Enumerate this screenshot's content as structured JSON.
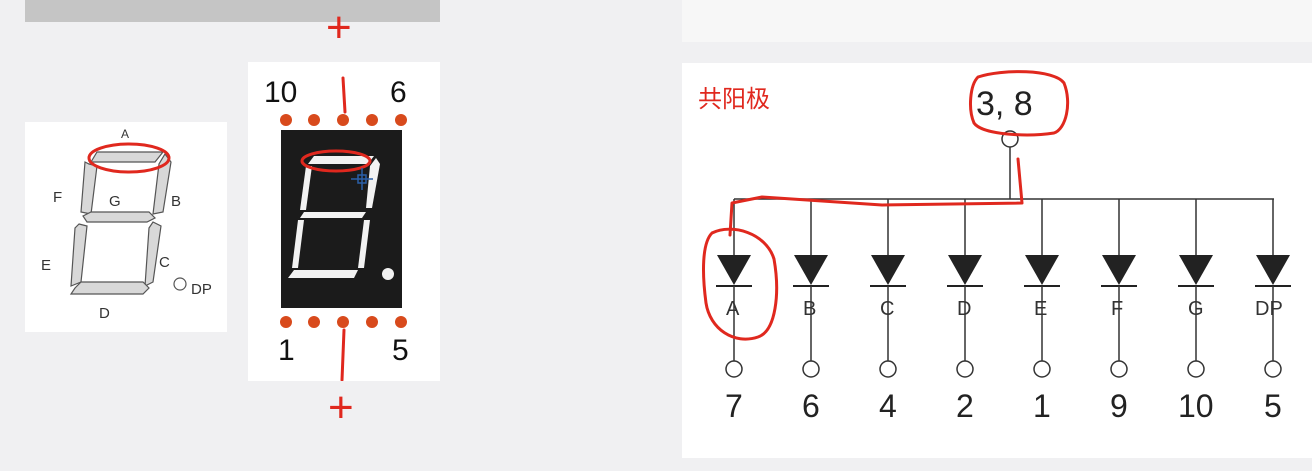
{
  "segment_diagram": {
    "labels": {
      "A": "A",
      "B": "B",
      "C": "C",
      "D": "D",
      "E": "E",
      "F": "F",
      "G": "G",
      "DP": "DP"
    }
  },
  "display_package": {
    "top_left_pin": "10",
    "top_right_pin": "6",
    "bottom_left_pin": "1",
    "bottom_right_pin": "5",
    "plus_top": "+",
    "plus_bottom": "+"
  },
  "schematic": {
    "title": "共阳极",
    "common_pins": "3, 8",
    "diodes": [
      {
        "segment": "A",
        "pin": "7"
      },
      {
        "segment": "B",
        "pin": "6"
      },
      {
        "segment": "C",
        "pin": "4"
      },
      {
        "segment": "D",
        "pin": "2"
      },
      {
        "segment": "E",
        "pin": "1"
      },
      {
        "segment": "F",
        "pin": "9"
      },
      {
        "segment": "G",
        "pin": "10"
      },
      {
        "segment": "DP",
        "pin": "5"
      }
    ]
  },
  "colors": {
    "annotation": "#e0281e",
    "display_body": "#1b1b1b",
    "led_dot": "#d84a1c"
  }
}
